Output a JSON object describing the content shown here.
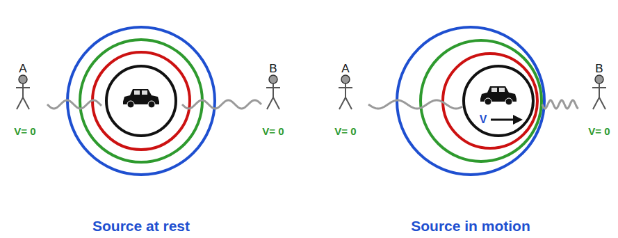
{
  "diagram": {
    "labels": [
      "A",
      "B",
      "V= 0",
      "V= 0",
      "Source at rest",
      "A",
      "B",
      "V= 0",
      "V= 0",
      "V",
      "Source in motion"
    ]
  }
}
